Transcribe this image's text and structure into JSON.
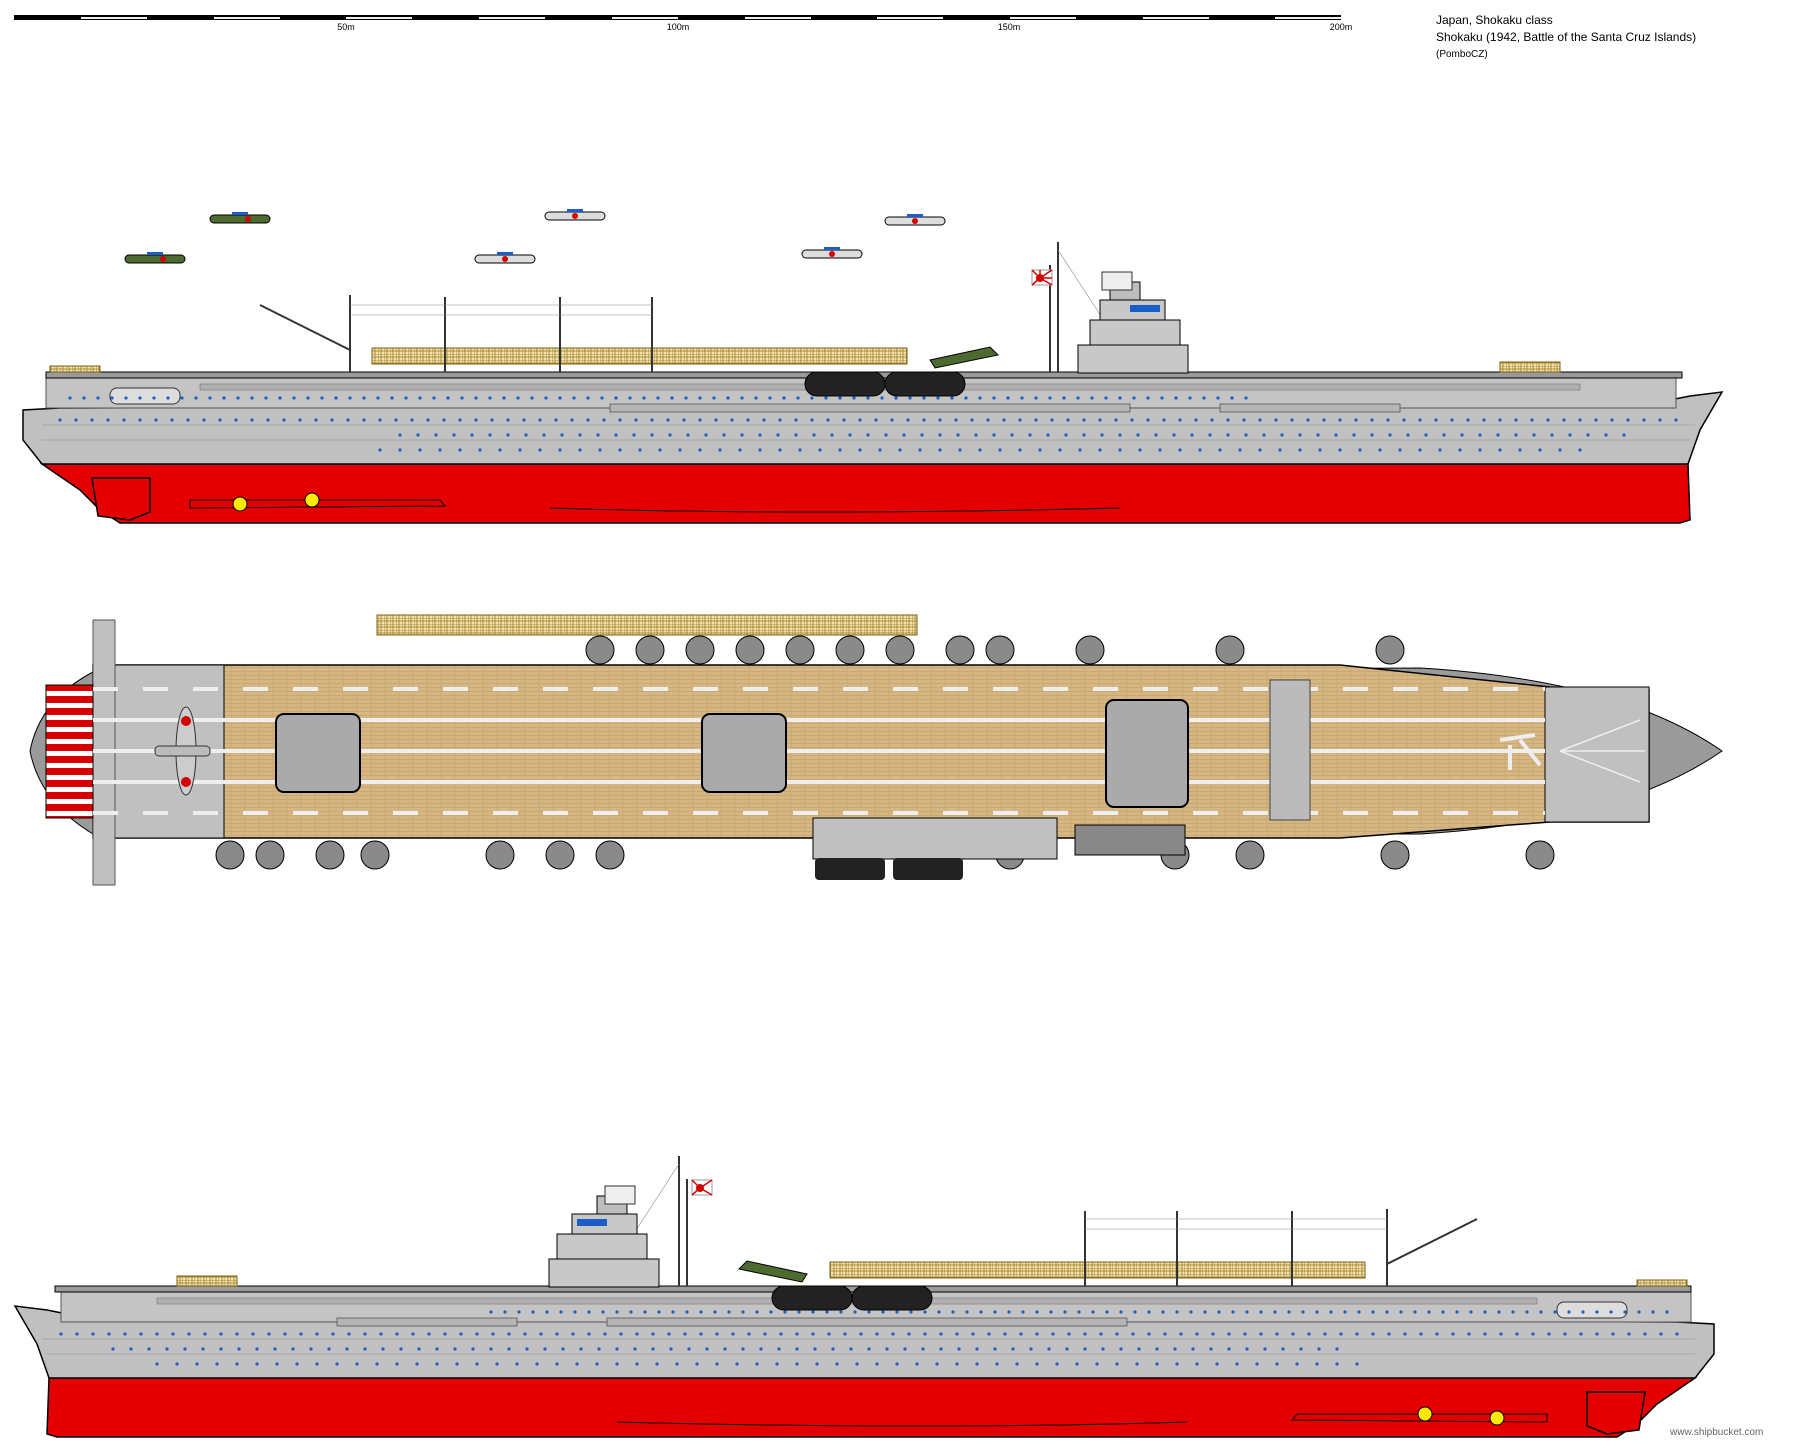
{
  "header": {
    "line1": "Japan, Shokaku class",
    "line2": "Shokaku (1942, Battle of the Santa Cruz Islands)",
    "author": "(PomboCZ)"
  },
  "scale_bar": {
    "labels": [
      "50m",
      "100m",
      "150m",
      "200m"
    ],
    "values_m": [
      50,
      100,
      150,
      200
    ]
  },
  "views": {
    "starboard": "starboard-profile",
    "plan": "plan-view",
    "port": "port-profile"
  },
  "colors": {
    "hull_gray": "#c0c0c0",
    "antifouling_red": "#e40000",
    "deck_wood": "#d6b784",
    "porthole_blue": "#1a5fc8",
    "hinomaru": "#d40000"
  },
  "watermark": "www.shipbucket.com"
}
